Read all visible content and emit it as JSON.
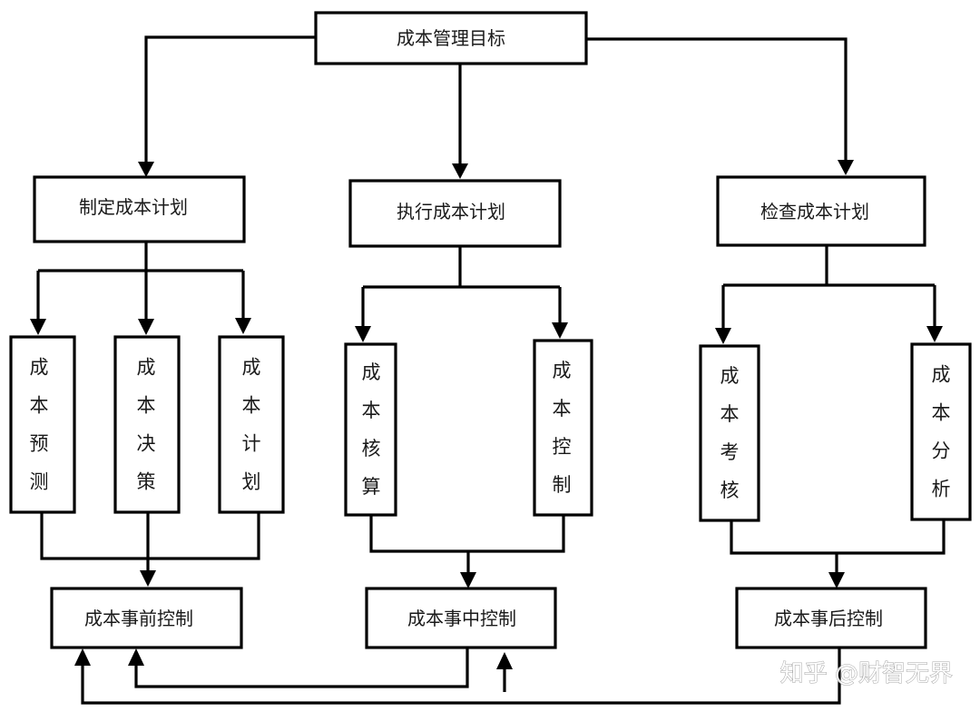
{
  "diagram": {
    "root": {
      "label": "成本管理目标"
    },
    "phases": [
      {
        "label": "制定成本计划",
        "children": [
          "成本预测",
          "成本决策",
          "成本计划"
        ],
        "output": "成本事前控制"
      },
      {
        "label": "执行成本计划",
        "children": [
          "成本核算",
          "成本控制"
        ],
        "output": "成本事中控制"
      },
      {
        "label": "检查成本计划",
        "children": [
          "成本考核",
          "成本分析"
        ],
        "output": "成本事后控制"
      }
    ],
    "feedback": [
      {
        "from": "成本事中控制",
        "to": "成本事前控制"
      },
      {
        "from": "成本事后控制",
        "to": "成本事前控制"
      },
      {
        "from": "成本事后控制",
        "to": "成本事中控制"
      }
    ]
  },
  "watermark": "知乎 @财智无界",
  "colors": {
    "stroke": "#000000",
    "background": "#ffffff",
    "text": "#1a1a1a",
    "watermark": "#9a9a9a"
  }
}
